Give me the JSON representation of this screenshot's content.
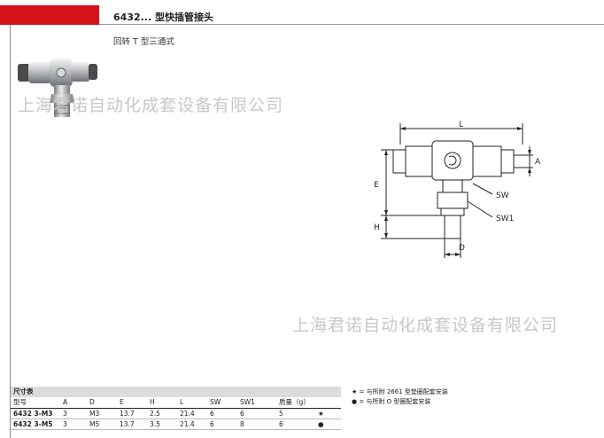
{
  "header": {
    "title": "6432... 型快插管接头",
    "subtitle": "回转 T 型三通式"
  },
  "watermarks": [
    "上海君诺自动化成套设备有限公司",
    "上海君诺自动化成套设备有限公司"
  ],
  "drawing": {
    "labels": {
      "L": "L",
      "A": "A",
      "E": "E",
      "H": "H",
      "D": "D",
      "SW": "SW",
      "SW1": "SW1"
    }
  },
  "table": {
    "title": "尺寸表",
    "headers": [
      "型号",
      "A",
      "D",
      "E",
      "H",
      "L",
      "SW",
      "SW1",
      "质量（g）",
      ""
    ],
    "rows": [
      [
        "6432 3-M3",
        "3",
        "M3",
        "13.7",
        "2.5",
        "21.4",
        "6",
        "6",
        "5",
        "★"
      ],
      [
        "6432 3-M5",
        "3",
        "M5",
        "13.7",
        "3.5",
        "21.4",
        "6",
        "8",
        "6",
        "●"
      ]
    ]
  },
  "notes": [
    "★ = 与所附 2661 型垫圈配套安装",
    "● = 与所附 O 型圈配套安装"
  ]
}
